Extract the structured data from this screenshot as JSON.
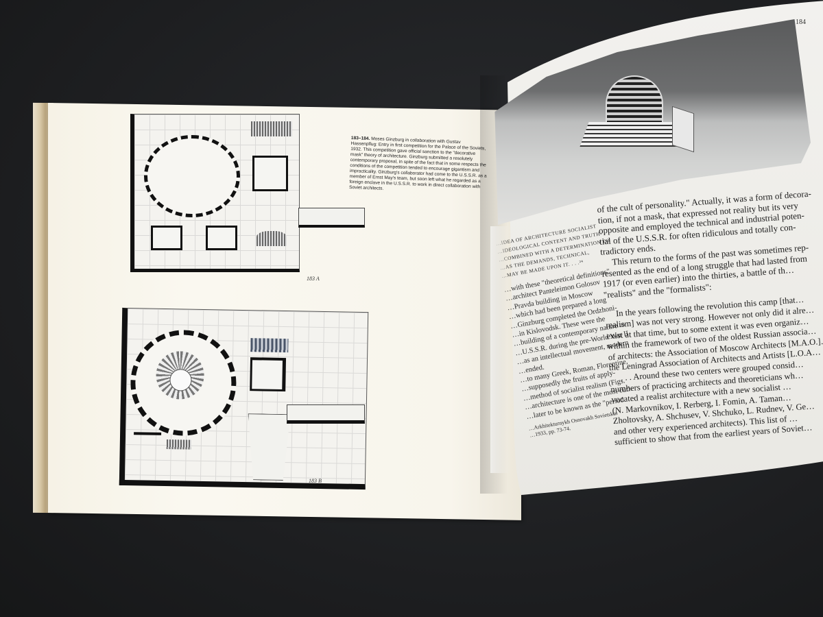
{
  "book": {
    "page_number": "184",
    "caption": {
      "number": "183–184.",
      "text": "Moses Ginzburg in collaboration with Gustav Hassenpflug: Entry in first competition for the Palace of the Soviets, 1932. This competition gave official sanction to the \"decorative mask\" theory of architecture. Ginzburg submitted a resolutely contemporary proposal, in spite of the fact that in some respects the conditions of the competition tended to encourage gigantism and impracticality. Ginzburg's collaborator had come to the U.S.S.R. as a member of Ernst May's team, but soon left what he regarded as a foreign enclave in the U.S.S.R. to work in direct collaboration with Soviet architects."
    },
    "figure_labels": {
      "a": "183 A",
      "b": "183 B"
    },
    "left_column": {
      "quote_caps": [
        "…IDEA OF ARCHITECTURE SOCIALIST",
        "…IDEOLOGICAL CONTENT AND TRUTH-",
        "…COMBINED WITH A DETERMINATION TO",
        "…AS THE DEMANDS, TECHNICAL,",
        "…MAY BE MADE UPON IT. . . .²⁴"
      ],
      "lines": [
        "…with these \"theoretical definitions\"",
        "…architect Panteleimon Golosov",
        "…Pravda building in Moscow",
        "…which had been prepared a long",
        "…Ginzburg completed the Ordzhoni-",
        "…in Kislovodsk. These were the",
        "…building of a contemporary nature to",
        "…U.S.S.R. during the pre-World War II",
        "…as an intellectual movement, modern",
        "…ended.",
        "…to many Greek, Roman, Florentine,",
        "…supposedly the fruits of apply-",
        "…method of socialist realism (Figs.",
        "…architecture is one of the most curi-",
        "…later to be known as the \"period"
      ],
      "footnote": [
        "…Arkhitekturnykh Osnovakh Sovietskoi",
        "…1933, pp. 73-74."
      ]
    },
    "main_column": {
      "paragraph1": [
        "of the cult of personality.\" Actually, it was a form of decora-",
        "tion, if not a mask, that expressed not reality but its very",
        "opposite and employed the technical and industrial poten-",
        "tial of the U.S.S.R. for often ridiculous and totally con-",
        "tradictory ends."
      ],
      "paragraph2": [
        "This return to the forms of the past was sometimes rep-",
        "resented as the end of a long struggle that had lasted from",
        "1917 (or even earlier) into the thirties, a battle of th…",
        "\"realists\" and the \"formalists\":"
      ],
      "quote": [
        "In the years following the revolution this camp [that…",
        "realism] was not very strong. However not only did it alre…",
        "exist at that time, but to some extent it was even organiz…",
        "within the framework of two of the oldest Russian associa…",
        "of architects: the Association of Moscow Architects [M.A.O.]…",
        "the Leningrad Association of Architects and Artists [L.O.A…",
        ". . . Around these two centers were grouped consid…",
        "numbers of practicing architects and theoreticians wh…",
        "vocated a realist architecture with a new socialist …",
        "(N. Markovnikov, I. Rerberg, I. Fomin, A. Taman…",
        "Zholtovsky, A. Shchusev, V. Shchuko, L. Rudnev, V. Ge…",
        "and other very experienced architects). This list of …",
        "sufficient to show that from the earliest years of Soviet…"
      ]
    }
  }
}
